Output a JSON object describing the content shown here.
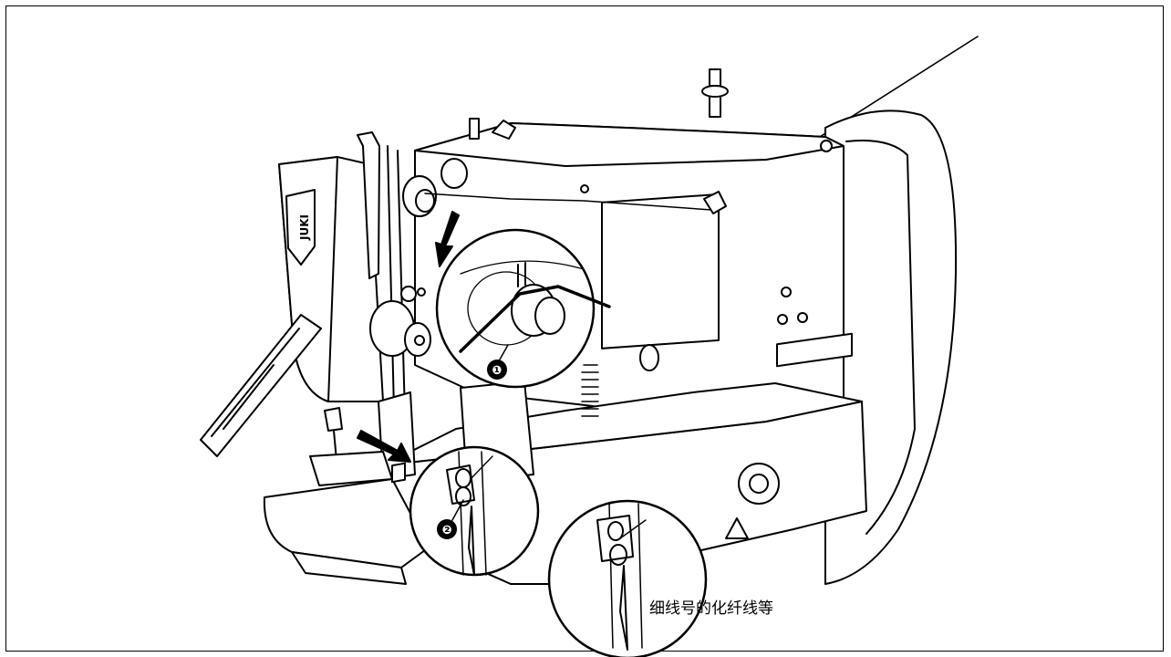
{
  "brand": {
    "logo_text": "JUKI"
  },
  "callouts": {
    "one": "❶",
    "two": "❷"
  },
  "notes": {
    "thin_thread": "细线号的化纤线等"
  },
  "colors": {
    "ink": "#000000",
    "paper": "#ffffff"
  }
}
